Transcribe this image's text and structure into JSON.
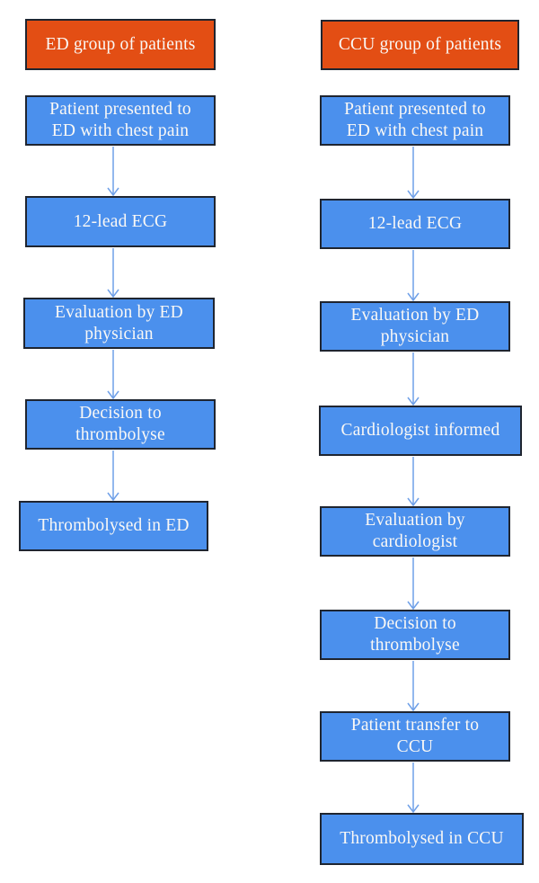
{
  "figure": {
    "kind": "flowchart",
    "colors": {
      "header_fill": "#E34E14",
      "step_fill": "#4B90ED",
      "box_border": "#1F2530",
      "arrow": "#6FA0E8",
      "text": "#FAF8F5",
      "background": "#FFFFFF"
    },
    "columns": [
      {
        "id": "ed",
        "header": "ED group of patients",
        "steps": [
          "Patient presented to ED with chest pain",
          "12-lead ECG",
          "Evaluation by ED physician",
          "Decision to thrombolyse",
          "Thrombolysed in ED"
        ]
      },
      {
        "id": "ccu",
        "header": "CCU group of patients",
        "steps": [
          "Patient presented to ED with chest pain",
          "12-lead ECG",
          "Evaluation by ED physician",
          "Cardiologist informed",
          "Evaluation by cardiologist",
          "Decision to thrombolyse",
          "Patient transfer to CCU",
          "Thrombolysed in CCU"
        ]
      }
    ]
  }
}
